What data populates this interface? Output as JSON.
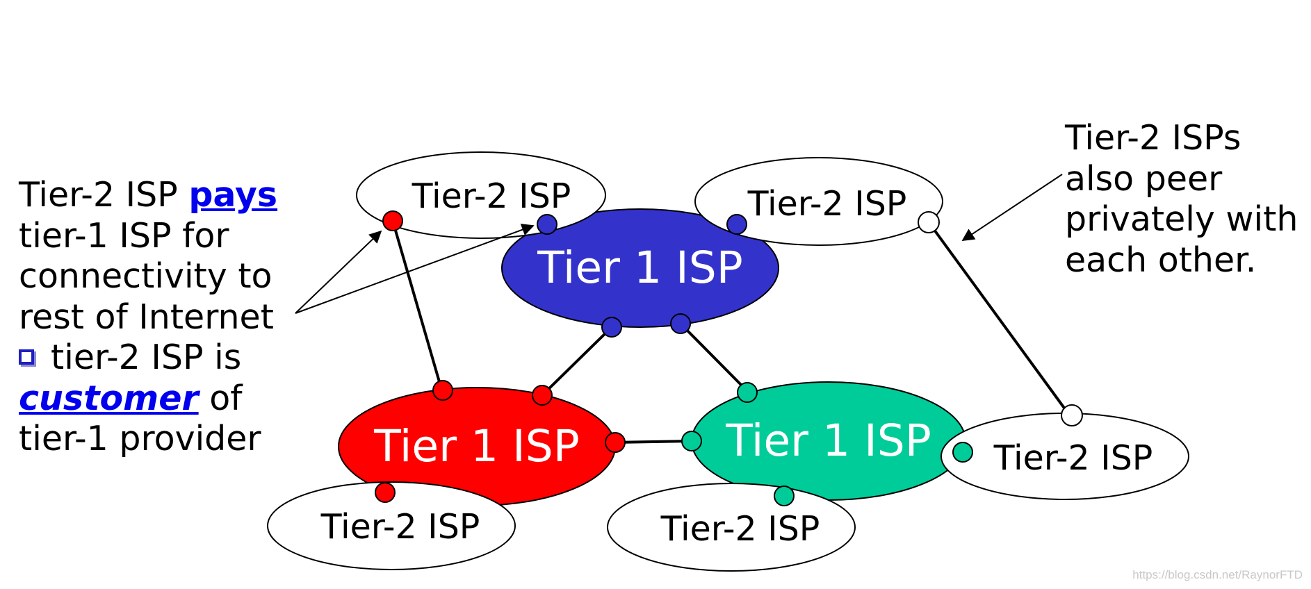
{
  "left_note": {
    "line1_prefix": "Tier-2 ISP ",
    "line1_keyword": "pays",
    "line2": "tier-1 ISP for",
    "line3": "connectivity to",
    "line4": "rest of Internet",
    "line5": "tier-2 ISP is",
    "line6_keyword": "customer",
    "line6_suffix": " of",
    "line7": "tier-1 provider"
  },
  "right_note": {
    "line1": "Tier-2 ISPs",
    "line2": "also peer",
    "line3": "privately with",
    "line4": "each other."
  },
  "nodes": {
    "tier1_blue": "Tier 1 ISP",
    "tier1_red": "Tier 1 ISP",
    "tier1_green": "Tier 1 ISP",
    "tier2_top_left": "Tier-2 ISP",
    "tier2_top_right": "Tier-2 ISP",
    "tier2_bottom_left": "Tier-2 ISP",
    "tier2_bottom_mid": "Tier-2 ISP",
    "tier2_right": "Tier-2 ISP"
  },
  "colors": {
    "tier1_blue": "#3333cc",
    "tier1_red": "#ff0000",
    "tier1_green": "#00cc99",
    "tier2_fill": "#ffffff",
    "keyword": "#0000ee"
  },
  "watermark": "https://blog.csdn.net/RaynorFTD"
}
